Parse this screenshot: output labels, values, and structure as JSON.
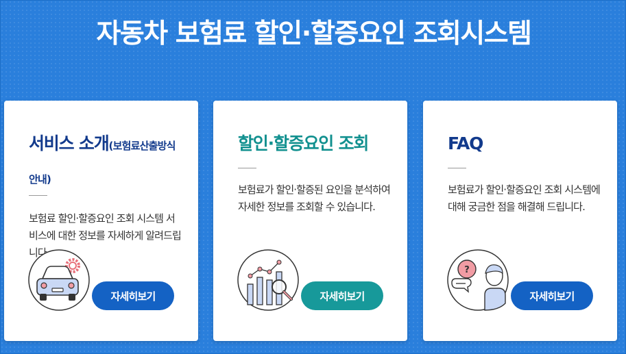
{
  "header": {
    "title": "자동차 보험료 할인·할증요인 조회시스템"
  },
  "cards": [
    {
      "title": "서비스 소개",
      "title_sub": "(보험료산출방식안내)",
      "description": "보험료 할인·할증요인 조회 시스템 서비스에 대한 정보를 자세하게 알려드립니다.",
      "button_label": "자세히보기",
      "icon": "car-gear-icon"
    },
    {
      "title": "할인·할증요인 조회",
      "title_sub": "",
      "description": "보험료가 할인·할증된 요인을 분석하여 자세한 정보를 조회할 수 있습니다.",
      "button_label": "자세히보기",
      "icon": "chart-magnifier-icon"
    },
    {
      "title": "FAQ",
      "title_sub": "",
      "description": "보험료가 할인·할증요인 조회 시스템에 대해 궁금한 점을 해결해 드립니다.",
      "button_label": "자세히보기",
      "icon": "faq-chat-icon"
    }
  ],
  "colors": {
    "background": "#2a7fdc",
    "title_navy": "#123a8c",
    "title_teal": "#11908f",
    "button_blue": "#1462c4",
    "button_teal": "#17999a"
  }
}
